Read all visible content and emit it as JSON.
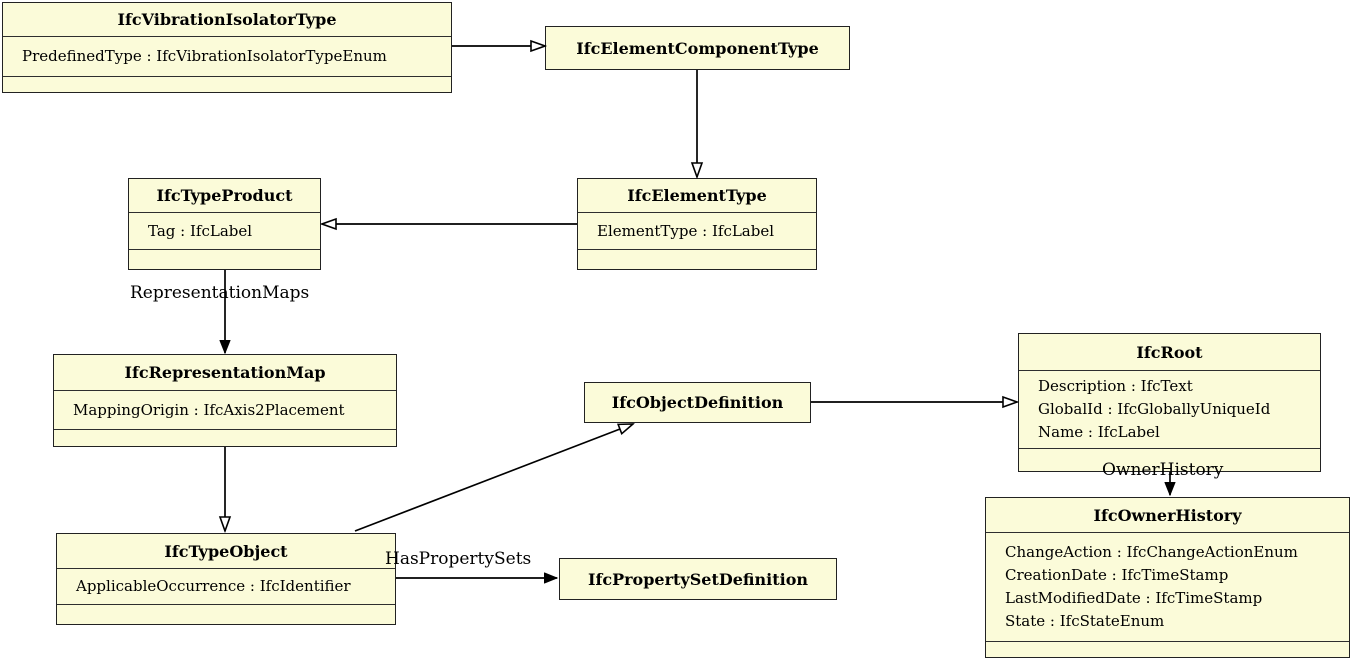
{
  "diagram": {
    "boxes": {
      "vibration_isolator_type": {
        "title": "IfcVibrationIsolatorType",
        "attrs": [
          "PredefinedType : IfcVibrationIsolatorTypeEnum"
        ]
      },
      "element_component_type": {
        "title": "IfcElementComponentType"
      },
      "type_product": {
        "title": "IfcTypeProduct",
        "attrs": [
          "Tag : IfcLabel"
        ]
      },
      "element_type": {
        "title": "IfcElementType",
        "attrs": [
          "ElementType : IfcLabel"
        ]
      },
      "representation_map": {
        "title": "IfcRepresentationMap",
        "attrs": [
          "MappingOrigin : IfcAxis2Placement"
        ]
      },
      "object_definition": {
        "title": "IfcObjectDefinition"
      },
      "root": {
        "title": "IfcRoot",
        "attrs": [
          "Description : IfcText",
          "GlobalId : IfcGloballyUniqueId",
          "Name : IfcLabel"
        ]
      },
      "owner_history": {
        "title": "IfcOwnerHistory",
        "attrs": [
          "ChangeAction : IfcChangeActionEnum",
          "CreationDate : IfcTimeStamp",
          "LastModifiedDate : IfcTimeStamp",
          "State : IfcStateEnum"
        ]
      },
      "type_object": {
        "title": "IfcTypeObject",
        "attrs": [
          "ApplicableOccurrence : IfcIdentifier"
        ]
      },
      "property_set_definition": {
        "title": "IfcPropertySetDefinition"
      }
    },
    "edge_labels": {
      "representation_maps": "RepresentationMaps",
      "owner_history": "OwnerHistory",
      "has_property_sets": "HasPropertySets"
    },
    "colors": {
      "box_fill": "#FBFBD9",
      "box_border": "#222222",
      "line": "#000000"
    }
  }
}
